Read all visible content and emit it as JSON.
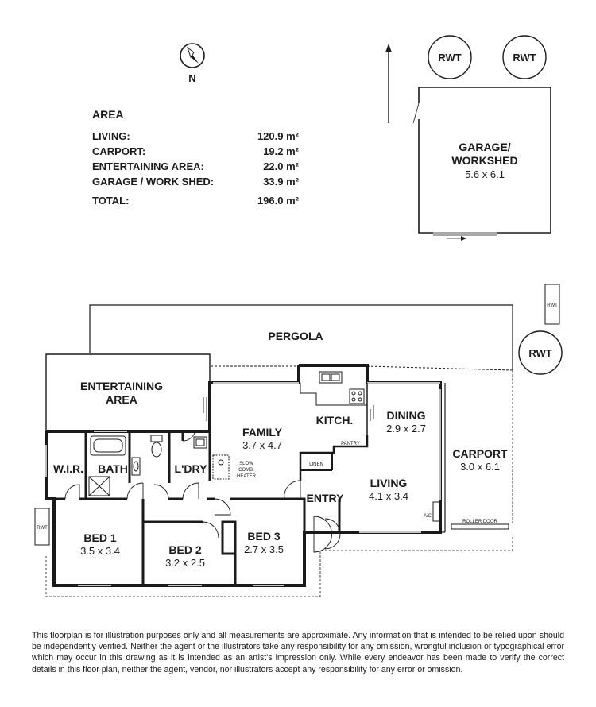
{
  "compass": {
    "label": "N"
  },
  "area": {
    "title": "AREA",
    "rows": [
      {
        "label": "LIVING:",
        "value": "120.9 m²"
      },
      {
        "label": "CARPORT:",
        "value": "19.2 m²"
      },
      {
        "label": "ENTERTAINING AREA:",
        "value": "22.0 m²"
      },
      {
        "label": "GARAGE / WORK SHED:",
        "value": "33.9 m²"
      }
    ],
    "total": {
      "label": "TOTAL:",
      "value": "196.0 m²"
    }
  },
  "rooms": {
    "garage_l1": "GARAGE/",
    "garage_l2": "WORKSHED",
    "garage_dim": "5.6 x 6.1",
    "pergola": "PERGOLA",
    "entertaining_l1": "ENTERTAINING",
    "entertaining_l2": "AREA",
    "family": "FAMILY",
    "family_dim": "3.7 x 4.7",
    "kitchen": "KITCH.",
    "dining": "DINING",
    "dining_dim": "2.9 x 2.7",
    "carport": "CARPORT",
    "carport_dim": "3.0 x 6.1",
    "wir": "W.I.R.",
    "bath": "BATH",
    "laundry": "L'DRY",
    "living": "LIVING",
    "living_dim": "4.1 x 3.4",
    "entry": "ENTRY",
    "bed1": "BED 1",
    "bed1_dim": "3.5 x 3.4",
    "bed2": "BED 2",
    "bed2_dim": "3.2 x 2.5",
    "bed3": "BED 3",
    "bed3_dim": "2.7 x 3.5"
  },
  "labels": {
    "rwt": "RWT",
    "pantry": "PANTRY",
    "linen": "LINEN",
    "heater_1": "SLOW",
    "heater_2": "COMB.",
    "heater_3": "HEATER",
    "roller_door": "ROLLER DOOR",
    "ac": "A/C"
  },
  "disclaimer": "This floorplan is for illustration purposes only and all measurements are approximate. Any information that is intended to be relied upon should be independently verified. Neither the agent or the illustrators take any responsibility for any omission, wrongful inclusion or typographical error which may occur in this drawing as it is intended as an artist's impression only. While every endeavor has been made to verify the correct details in this floor plan, neither the agent, vendor, nor illustrators accept any responsibility for any error or omission."
}
